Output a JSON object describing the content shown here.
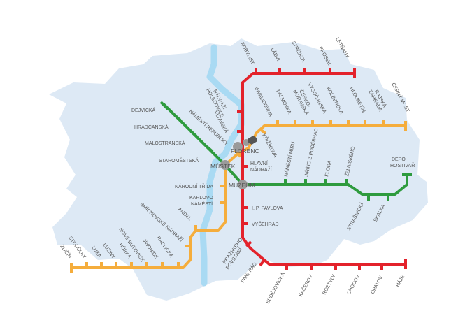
{
  "colors": {
    "line_a": "#2e9b3e",
    "line_b": "#f5ad3c",
    "line_c": "#e3222b",
    "river": "#a9daf3",
    "city": "#dde9f5",
    "transfer": "#9a9a9a",
    "label_text": "#555555"
  },
  "transfer_stations": {
    "mustek": "MŮSTEK",
    "muzeum": "MUZEUM",
    "florenc": "FLORENC"
  },
  "line_a_stations": {
    "dejvicka": "DEJVICKÁ",
    "hradcanska": "HRADČANSKÁ",
    "malostranska": "MALOSTRANSKÁ",
    "staromestska": "STAROMĚSTSKÁ",
    "namesti_miru": "NÁMĚSTÍ MÍRU",
    "jiriho_z_podebrad": "JIŘÍHO Z PODĚBRAD",
    "flora": "FLORA",
    "zelivskeho": "ŽELIVSKÉHO",
    "strasnicka": "STRAŠNICKÁ",
    "skalka": "SKALKA",
    "depo_hostivar": [
      "DEPO",
      "HOSTIVAŘ"
    ]
  },
  "line_b_stations": {
    "cerny_most": "ČERNÝ MOST",
    "rajska_zahrada": [
      "RAJSKÁ",
      "ZAHRADA"
    ],
    "hloubetin": "HLOUBĚTÍN",
    "kolbenova": "KOLBENOVA",
    "vysocanska": "VYSOČANSKÁ",
    "ceskomoravska": [
      "ČESKO-",
      "MORAVSKÁ"
    ],
    "palmovka": "PALMOVKA",
    "invalidovna": "INVALIDOVNA",
    "krizikova": "KŘIŽÍKOVA",
    "namesti_republiky": "NÁMĚSTÍ REPUBLIKY",
    "narodni_trida": "NÁRODNÍ TŘÍDA",
    "karlovo_namesti": [
      "KARLOVO",
      "NÁMĚSTÍ"
    ],
    "andel": "ANDĚL",
    "smichovske_nadrazi": "SMÍCHOVSKÉ NÁDRAŽÍ",
    "radlicka": "RADLICKÁ",
    "jinonice": "JINONICE",
    "nove_butovice": "NOVÉ BUTOVICE",
    "hurka": "HŮRKA",
    "luziny": "LUŽINY",
    "luka": "LUKA",
    "stodulky": "STODŮLKY",
    "zlicin": "ZLIČÍN"
  },
  "line_c_stations": {
    "letnany": "LETŇANY",
    "prosek": "PROSEK",
    "strizkov": "STŘÍŽKOV",
    "ladvi": "LÁDVÍ",
    "kobylisy": "KOBYLISY",
    "nadrazi_holesovice": [
      "NÁDRAŽÍ",
      "HOLEŠOVICE"
    ],
    "vltavska": "VLTAVSKÁ",
    "hlavni_nadrazi": [
      "HLAVNÍ",
      "NÁDRAŽÍ"
    ],
    "ip_pavlova": "I. P. PAVLOVA",
    "vysehrad": "VYŠEHRAD",
    "prazskeho_povstani": [
      "PRAŽSKÉHO",
      "POVSTÁNÍ"
    ],
    "pankrac": "PANKRÁC",
    "budejovicka": "BUDĚJOVICKÁ",
    "kacerov": "KAČEROV",
    "roztyly": "ROZTYLY",
    "chodov": "CHODOV",
    "opatov": "OPATOV",
    "haje": "HÁJE"
  }
}
